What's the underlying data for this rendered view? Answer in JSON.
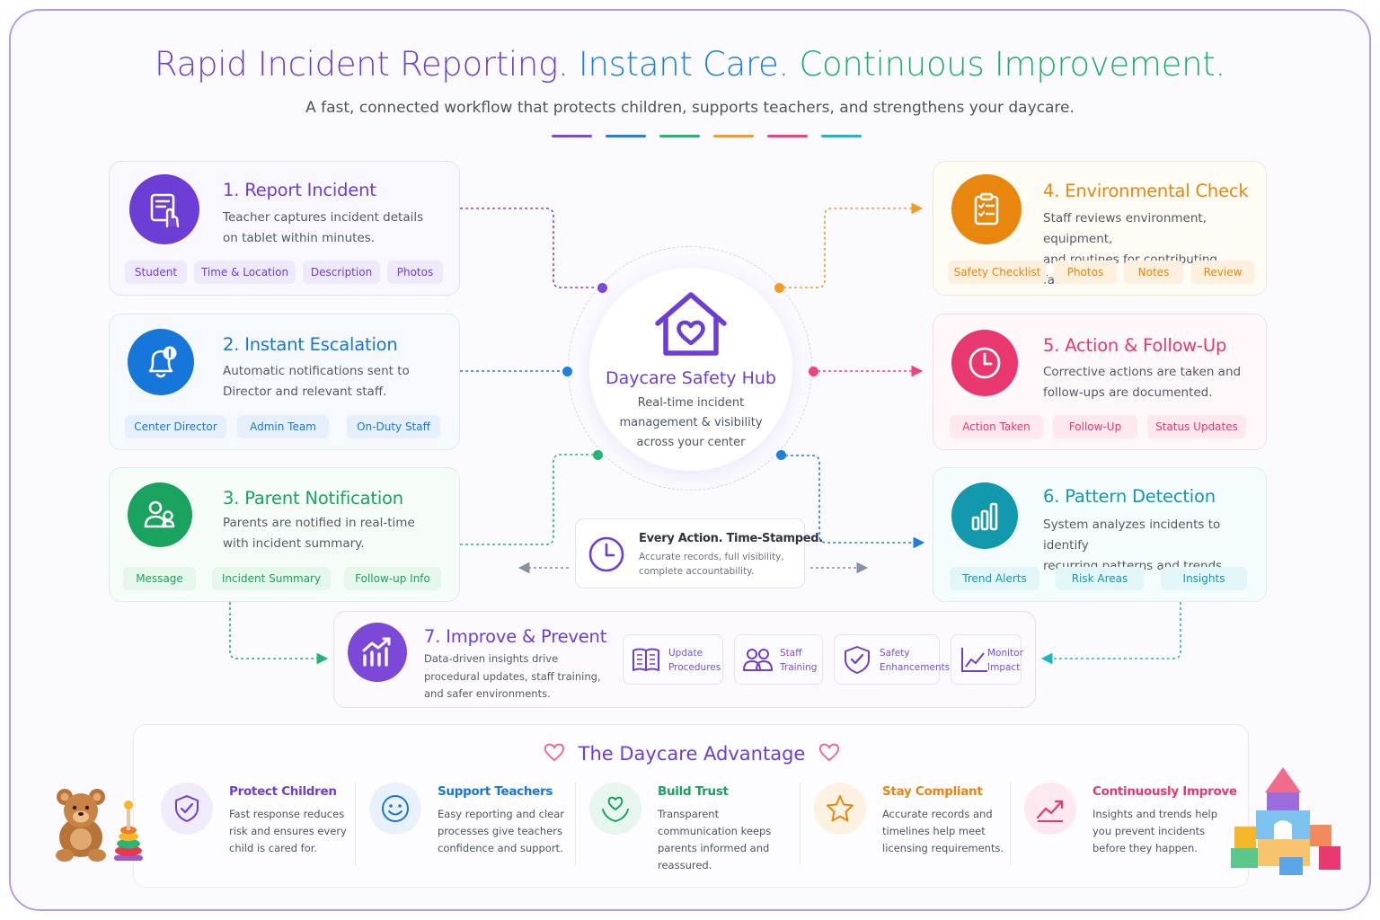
{
  "title": {
    "part1": "Rapid Incident Reporting.",
    "part2": "Instant Care.",
    "part3": "Continuous Improvement.",
    "colors": [
      "#6b3fd0",
      "#1d7fe0",
      "#1fae66"
    ]
  },
  "subtitle": "A fast, connected workflow that protects children, supports teachers, and strengthens your daycare.",
  "accent_bars": [
    "#7b48d8",
    "#1d7fe0",
    "#22b573",
    "#f39c23",
    "#f0437e",
    "#19b9c4"
  ],
  "steps": [
    {
      "num": "1.",
      "title": "Report Incident",
      "desc_line1": "Teacher captures incident details",
      "desc_line2": "on tablet within minutes.",
      "tags": [
        "Student",
        "Time & Location",
        "Description",
        "Photos"
      ],
      "color": "#6d3ed6",
      "icon": "tablet-touch-icon"
    },
    {
      "num": "2.",
      "title": "Instant Escalation",
      "desc_line1": "Automatic notifications sent to",
      "desc_line2": "Director and relevant staff.",
      "tags": [
        "Center Director",
        "Admin Team",
        "On-Duty Staff"
      ],
      "color": "#1676d9",
      "icon": "bell-alert-icon"
    },
    {
      "num": "3.",
      "title": "Parent Notification",
      "desc_line1": "Parents are notified in real-time",
      "desc_line2": "with incident summary.",
      "tags": [
        "Message",
        "Incident Summary",
        "Follow-up Info"
      ],
      "color": "#1aa35e",
      "icon": "parents-icon"
    },
    {
      "num": "4.",
      "title": "Environmental Check",
      "desc_line1": "Staff reviews environment, equipment,",
      "desc_line2": "and routines for contributing factors.",
      "tags": [
        "Safety Checklist",
        "Photos",
        "Notes",
        "Review"
      ],
      "color": "#e8860e",
      "icon": "clipboard-checklist-icon"
    },
    {
      "num": "5.",
      "title": "Action & Follow-Up",
      "desc_line1": "Corrective actions are taken and",
      "desc_line2": "follow-ups are documented.",
      "tags": [
        "Action Taken",
        "Follow-Up",
        "Status Updates"
      ],
      "color": "#e8386f",
      "icon": "clock-icon"
    },
    {
      "num": "6.",
      "title": "Pattern Detection",
      "desc_line1": "System analyzes incidents to identify",
      "desc_line2": "recurring patterns and trends.",
      "tags": [
        "Trend Alerts",
        "Risk Areas",
        "Insights"
      ],
      "color": "#1399ad",
      "icon": "bar-chart-icon"
    }
  ],
  "step7": {
    "num": "7.",
    "title": "Improve & Prevent",
    "desc": "Data-driven insights drive procedural updates, staff training, and safer environments.",
    "items": [
      {
        "line1": "Update",
        "line2": "Procedures",
        "icon": "open-book-icon"
      },
      {
        "line1": "Staff",
        "line2": "Training",
        "icon": "people-icon"
      },
      {
        "line1": "Safety",
        "line2": "Enhancements",
        "icon": "shield-check-icon"
      },
      {
        "line1": "Monitor",
        "line2": "Impact",
        "icon": "line-chart-icon"
      }
    ]
  },
  "hub": {
    "title": "Daycare Safety Hub",
    "desc": "Real-time incident management & visibility across your center",
    "icon": "house-heart-icon"
  },
  "timestamp": {
    "title": "Every Action. Time-Stamped.",
    "desc": "Accurate records, full visibility, complete accountability.",
    "icon": "clock-icon"
  },
  "advantage": {
    "title": "The Daycare Advantage",
    "items": [
      {
        "title": "Protect Children",
        "desc": "Fast response reduces risk and ensures every child is cared for.",
        "color": "#6d3ed6",
        "icon": "shield-check-icon"
      },
      {
        "title": "Support Teachers",
        "desc": "Easy reporting and clear processes give teachers confidence and support.",
        "color": "#1676d9",
        "icon": "smiley-icon"
      },
      {
        "title": "Build Trust",
        "desc": "Transparent communication keeps parents informed and reassured.",
        "color": "#1aa35e",
        "icon": "heart-hands-icon"
      },
      {
        "title": "Stay Compliant",
        "desc": "Accurate records and timelines help meet licensing requirements.",
        "color": "#e8860e",
        "icon": "star-icon"
      },
      {
        "title": "Continuously Improve",
        "desc": "Insights and trends help you prevent incidents before they happen.",
        "color": "#e8386f",
        "icon": "trend-up-icon"
      }
    ]
  }
}
